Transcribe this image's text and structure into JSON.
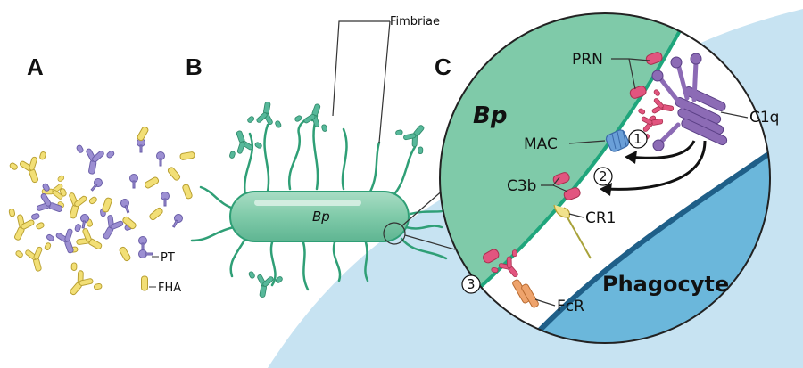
{
  "panels": {
    "a": "A",
    "b": "B",
    "c": "C"
  },
  "labels": {
    "fimbriae": "Fimbriae",
    "bp_small": "Bp",
    "pt": "PT",
    "fha": "FHA",
    "bp_large": "Bp",
    "prn": "PRN",
    "c1q": "C1q",
    "mac": "MAC",
    "c3b": "C3b",
    "cr1": "CR1",
    "phagocyte": "Phagocyte",
    "fcr": "FcR"
  },
  "steps": [
    "1",
    "2",
    "3"
  ],
  "colors": {
    "bacterium": "#7fcaa9",
    "bacterium_edge": "#2f9f76",
    "phagocyte_light": "#c7e3f2",
    "phagocyte_dark": "#6bb7db",
    "phagocyte_edge": "#1f5f88",
    "antibody_yellow": "#f2df76",
    "antibody_purple": "#9c8fd2",
    "antibody_green": "#57b89a",
    "c1q_purple": "#8c6bb5",
    "antigen_pink": "#e2557f",
    "fcr_orange": "#eea36c",
    "mac_blue": "#6a9fd8",
    "cr1_yellow": "#f1e28d"
  }
}
